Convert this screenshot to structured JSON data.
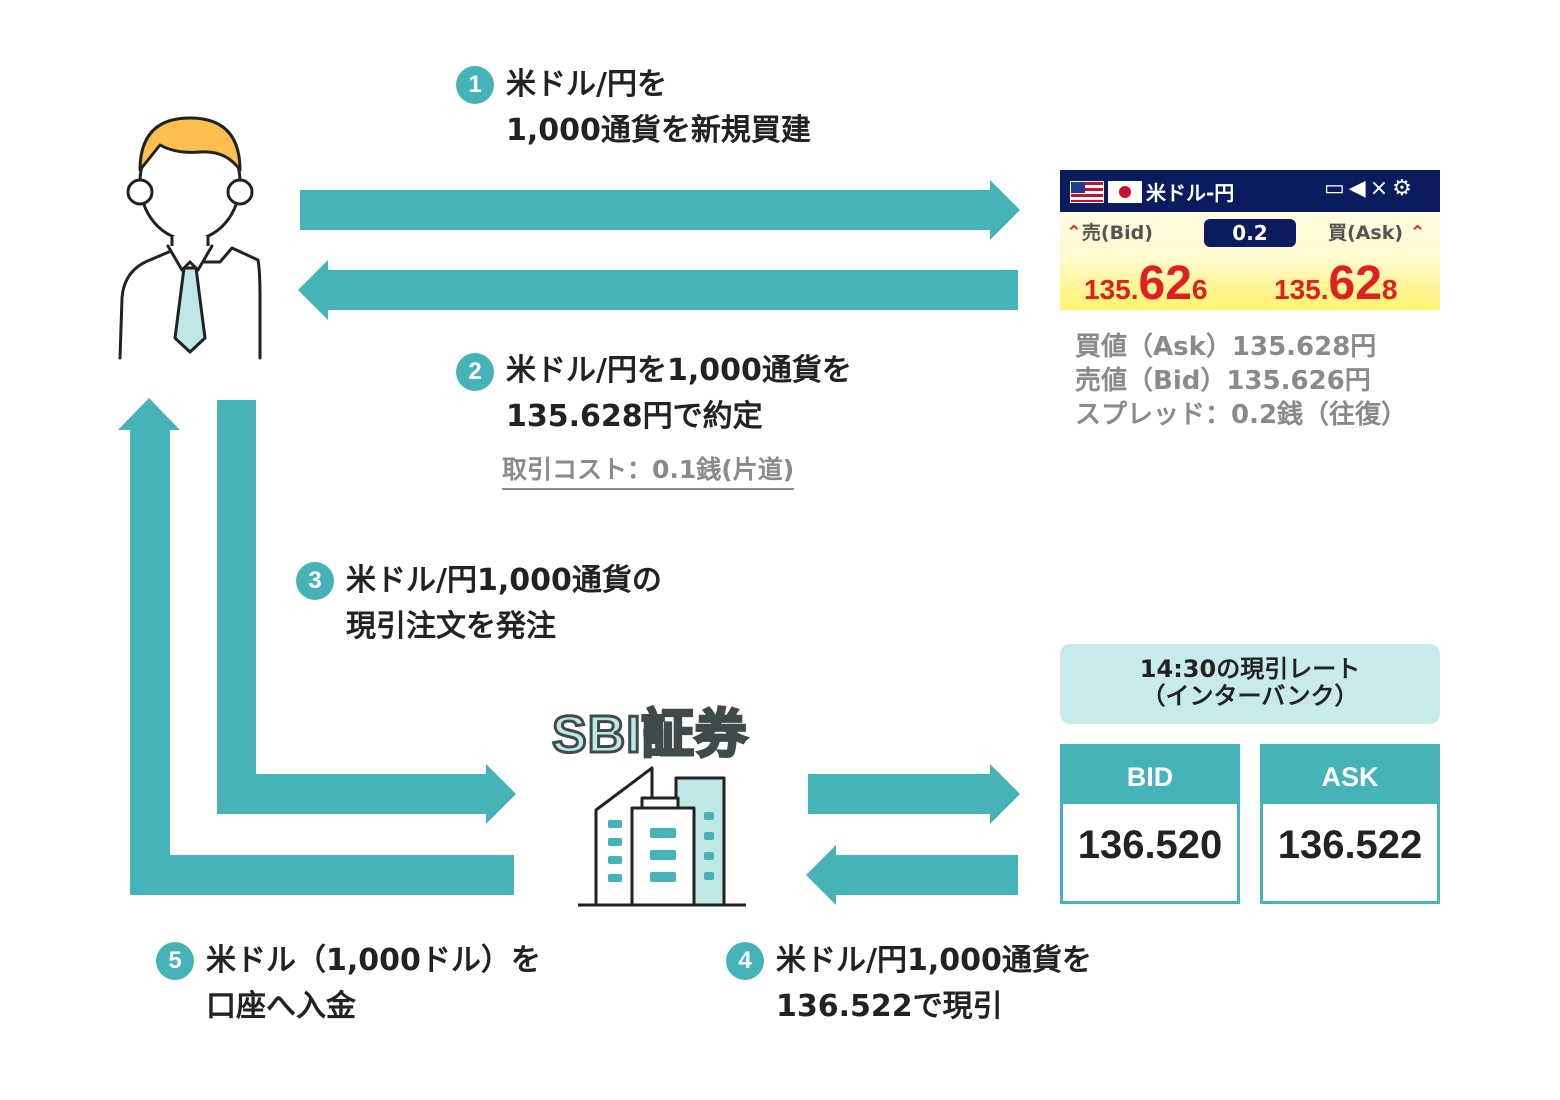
{
  "steps": {
    "s1": {
      "num": "1",
      "line1": "米ドル/円を",
      "line2": "1,000通貨を新規買建"
    },
    "s2": {
      "num": "2",
      "line1": "米ドル/円を1,000通貨を",
      "line2": "135.628円で約定",
      "cost": "取引コスト：0.1銭(片道)"
    },
    "s3": {
      "num": "3",
      "line1": "米ドル/円1,000通貨の",
      "line2": "現引注文を発注"
    },
    "s4": {
      "num": "4",
      "line1": "米ドル/円1,000通貨を",
      "line2": "136.522で現引"
    },
    "s5": {
      "num": "5",
      "line1": "米ドル（1,000ドル）を",
      "line2": "口座へ入金"
    }
  },
  "widget": {
    "pair": "米ドル-円",
    "icons": "⚙",
    "bid_label": "売(Bid)",
    "ask_label": "買(Ask)",
    "spread": "0.2",
    "bid_price": {
      "small": "135.",
      "big": "62",
      "end": "6"
    },
    "ask_price": {
      "small": "135.",
      "big": "62",
      "end": "8"
    }
  },
  "notes": {
    "ask": "買値（Ask）135.628円",
    "bid": "売値（Bid）135.626円",
    "spread": "スプレッド：0.2銭（往復）"
  },
  "broker": {
    "name": "SBI証券"
  },
  "rate": {
    "title1": "14:30の現引レート",
    "title2": "（インターバンク）",
    "bid_label": "BID",
    "bid_value": "136.520",
    "ask_label": "ASK",
    "ask_value": "136.522"
  },
  "colors": {
    "accent": "#45b3b8",
    "light": "#c6ebea",
    "hair": "#fcbe4f",
    "price_red": "#e02020",
    "navy": "#0b1c5e"
  }
}
